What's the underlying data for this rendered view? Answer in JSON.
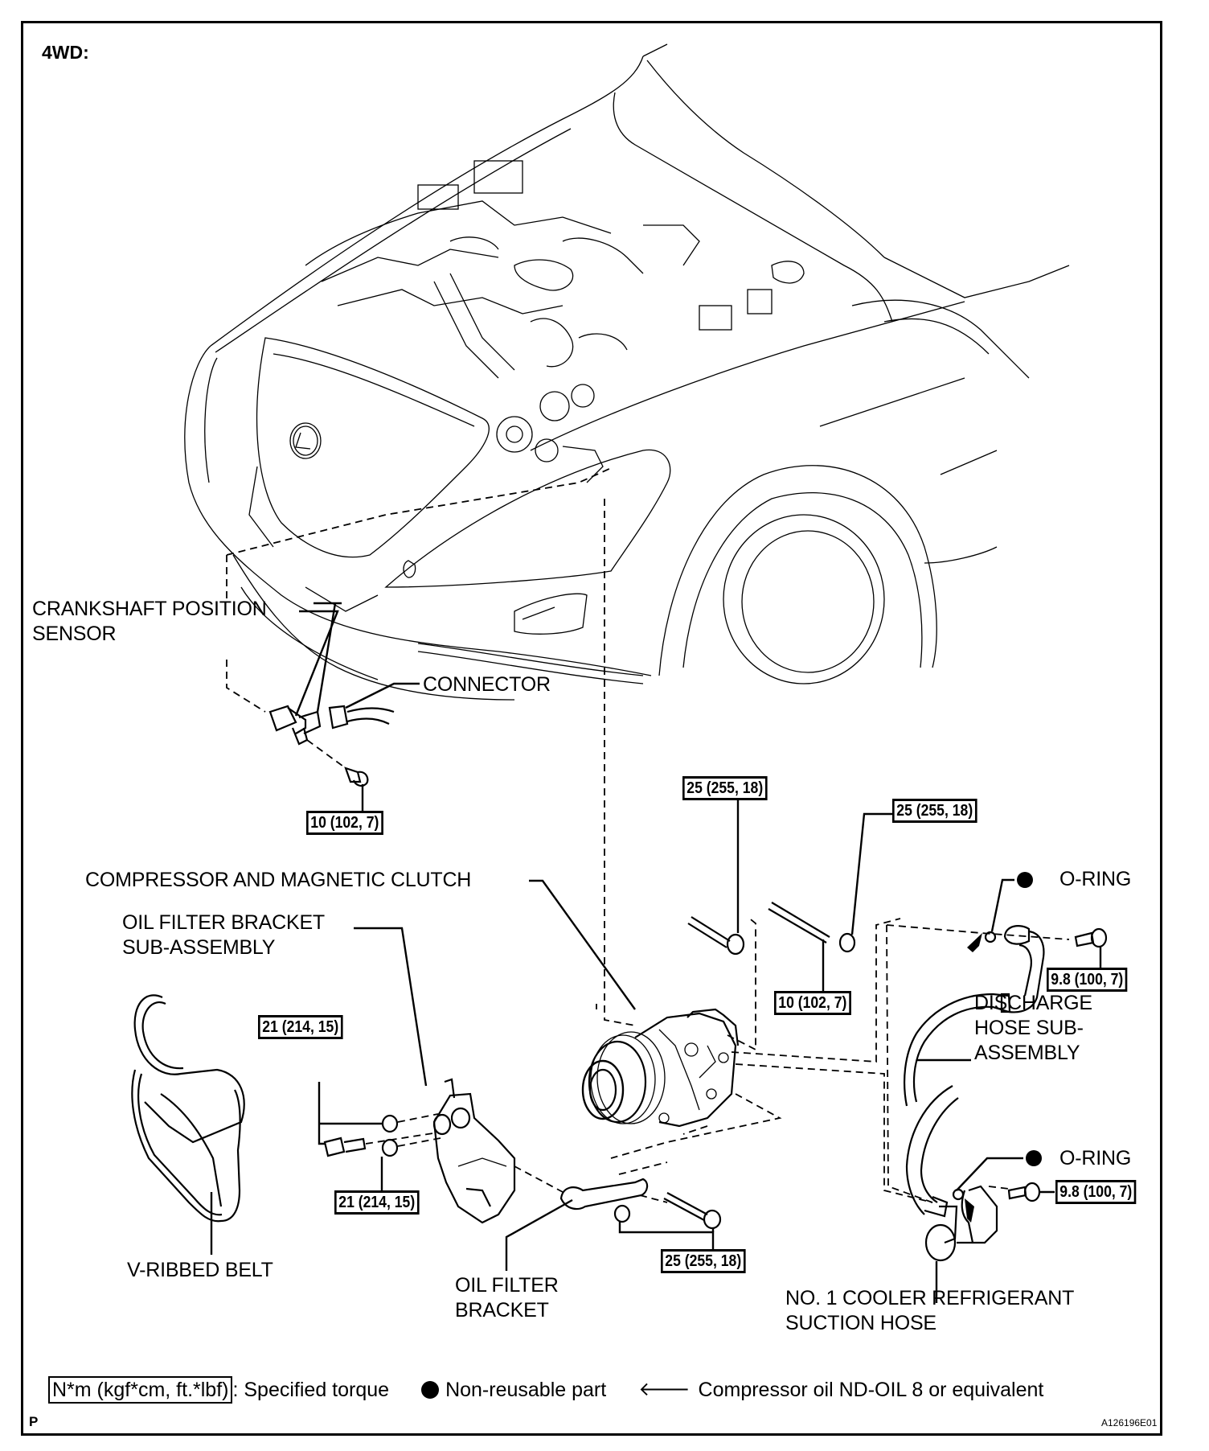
{
  "diagram": {
    "title": "4WD:",
    "page_marker": "P",
    "figure_code": "A126196E01"
  },
  "components": {
    "crankshaft_sensor": [
      "CRANKSHAFT POSITION",
      "SENSOR"
    ],
    "connector": "CONNECTOR",
    "compressor": "COMPRESSOR AND MAGNETIC CLUTCH",
    "oil_filter_bracket_sub": [
      "OIL FILTER BRACKET",
      "SUB-ASSEMBLY"
    ],
    "v_ribbed_belt": "V-RIBBED BELT",
    "oil_filter_bracket": [
      "OIL FILTER",
      "BRACKET"
    ],
    "discharge_hose": [
      "DISCHARGE",
      "HOSE SUB-",
      "ASSEMBLY"
    ],
    "suction_hose": [
      "NO. 1 COOLER REFRIGERANT",
      "SUCTION HOSE"
    ],
    "o_ring_upper": "O-RING",
    "o_ring_lower": "O-RING"
  },
  "torques": {
    "sensor_bolt": "10 (102, 7)",
    "compressor_bolt_upper": "25 (255, 18)",
    "compressor_nut_upper": "25 (255, 18)",
    "compressor_stud": "10 (102, 7)",
    "discharge_bolt": "9.8 (100, 7)",
    "suction_bolt": "9.8 (100, 7)",
    "bracket_sub_upper": "21 (214, 15)",
    "bracket_sub_lower": "21 (214, 15)",
    "bracket_lower": "25 (255, 18)"
  },
  "legend": {
    "torque_units": "N*m (kgf*cm, ft.*lbf)",
    "torque_desc": ": Specified torque",
    "non_reusable_icon": "filled-circle",
    "non_reusable": "Non-reusable part",
    "oil_icon": "left-arrow",
    "oil": "Compressor oil ND-OIL 8 or equivalent"
  }
}
